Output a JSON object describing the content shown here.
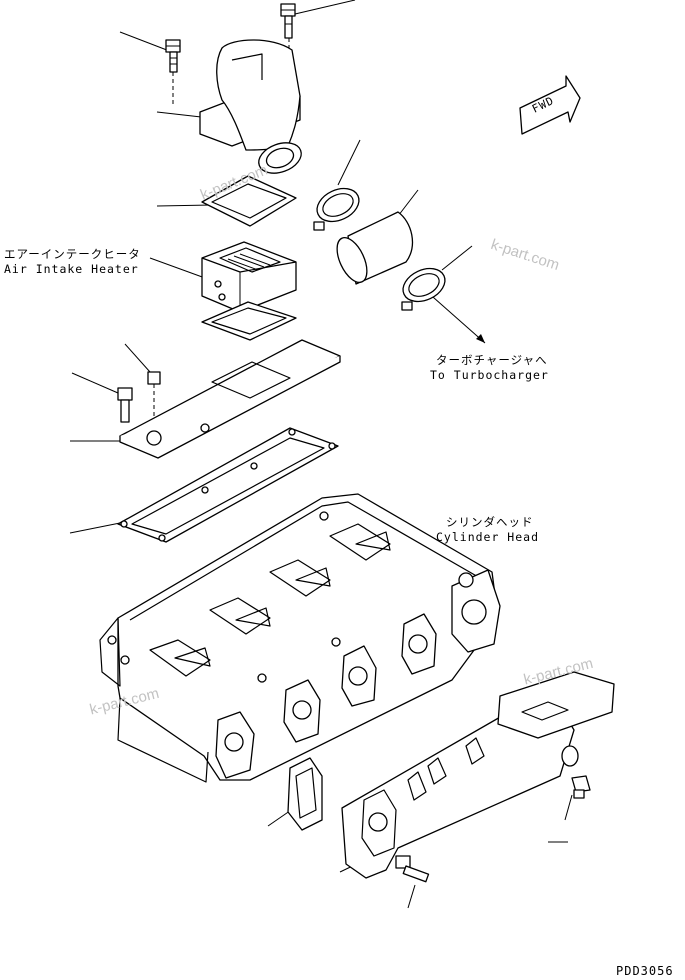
{
  "labels": {
    "air_intake_heater_jp": "エアーインテークヒータ",
    "air_intake_heater_en": "Air Intake Heater",
    "to_turbo_jp": "ターボチャージャへ",
    "to_turbo_en": "To Turbocharger",
    "cylinder_head_jp": "シリンダヘッド",
    "cylinder_head_en": "Cylinder Head",
    "fwd": "FWD",
    "drawing_code": "PDD3056"
  },
  "watermarks": [
    "k-part.com",
    "k-part.com",
    "k-part.com",
    "k-part.com"
  ]
}
